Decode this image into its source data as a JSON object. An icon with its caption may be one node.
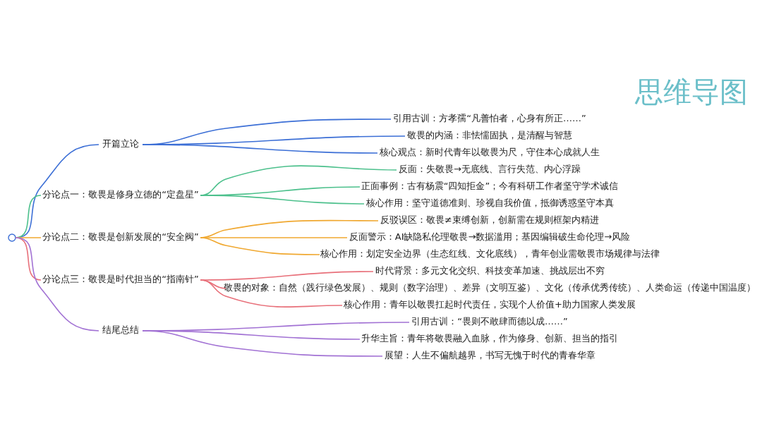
{
  "diagram": {
    "title": "思维导图",
    "nodes": [
      {
        "text": [],
        "shape": "circle"
      },
      {
        "text": [
          "开篇立论"
        ]
      },
      {
        "text": [
          "引用古训：方孝孺“凡善怕者，心身有所正……”"
        ]
      },
      {
        "text": [
          "敬畏的内涵：非怯懦固执，是清醒与智慧"
        ]
      },
      {
        "text": [
          "核心观点：新时代青年以敬畏为尺，守住本心成就人生"
        ]
      },
      {
        "text": [
          "分论点一：敬畏是修身立德的“定盘星”"
        ]
      },
      {
        "text": [
          "反面：失敬畏→无底线、言行失范、内心浮躁"
        ]
      },
      {
        "text": [
          "正面事例：古有杨震“四知拒金”；今有科研工作者坚守学术诚信"
        ]
      },
      {
        "text": [
          "核心作用：坚守道德准则、珍视自我价值，抵御诱惑坚守本真"
        ]
      },
      {
        "text": [
          "分论点二：敬畏是创新发展的“安全阀”"
        ]
      },
      {
        "text": [
          "反驳误区：敬畏≠束缚创新，创新需在规则框架内精进"
        ]
      },
      {
        "text": [
          "反面警示：AI缺隐私伦理敬畏→数据滥用；基因编辑破生命伦理→风险"
        ]
      },
      {
        "text": [
          "核心作用：划定安全边界（生态红线、文化底线），青年创业需敬畏市场规律与法律"
        ]
      },
      {
        "text": [
          "分论点三：敬畏是时代担当的“指南针”"
        ]
      },
      {
        "text": [
          "时代背景：多元文化交织、科技变革加速、挑战层出不穷"
        ]
      },
      {
        "text": [
          "敬畏的对象：自然（践行绿色发展）、规则（数字治理）、差异（文明互鉴）、文化（传承优秀传统）、人类命运（传递中国温度）"
        ]
      },
      {
        "text": [
          "核心作用：青年以敬畏扛起时代责任，实现个人价值+助力国家人类发展"
        ]
      },
      {
        "text": [
          "结尾总结"
        ]
      },
      {
        "text": [
          "引用古训：“畏则不敢肆而德以成……”"
        ]
      },
      {
        "text": [
          "升华主旨：青年将敬畏融入血脉，作为修身、创新、担当的指引"
        ]
      },
      {
        "text": [
          "展望：人生不偏航越界，书写无愧于时代的青春华章"
        ]
      }
    ],
    "edges": [
      {
        "from": 0,
        "to": 1,
        "arrow": "none",
        "color": "#3c6fd6"
      },
      {
        "from": 1,
        "to": 2,
        "arrow": "none",
        "color": "#3c6fd6"
      },
      {
        "from": 1,
        "to": 3,
        "arrow": "none",
        "color": "#3c6fd6"
      },
      {
        "from": 1,
        "to": 4,
        "arrow": "none",
        "color": "#3c6fd6"
      },
      {
        "from": 0,
        "to": 5,
        "arrow": "none",
        "color": "#4cc08c"
      },
      {
        "from": 5,
        "to": 6,
        "arrow": "none",
        "color": "#4cc08c"
      },
      {
        "from": 5,
        "to": 7,
        "arrow": "none",
        "color": "#4cc08c"
      },
      {
        "from": 5,
        "to": 8,
        "arrow": "none",
        "color": "#4cc08c"
      },
      {
        "from": 0,
        "to": 9,
        "arrow": "none",
        "color": "#f0a830"
      },
      {
        "from": 9,
        "to": 10,
        "arrow": "none",
        "color": "#f0a830"
      },
      {
        "from": 9,
        "to": 11,
        "arrow": "none",
        "color": "#f0a830"
      },
      {
        "from": 9,
        "to": 12,
        "arrow": "none",
        "color": "#f0a830"
      },
      {
        "from": 0,
        "to": 13,
        "arrow": "none",
        "color": "#e8707a"
      },
      {
        "from": 13,
        "to": 14,
        "arrow": "none",
        "color": "#e8707a"
      },
      {
        "from": 13,
        "to": 15,
        "arrow": "none",
        "color": "#e8707a"
      },
      {
        "from": 13,
        "to": 16,
        "arrow": "none",
        "color": "#e8707a"
      },
      {
        "from": 0,
        "to": 17,
        "arrow": "none",
        "color": "#a272d4"
      },
      {
        "from": 17,
        "to": 18,
        "arrow": "none",
        "color": "#a272d4"
      },
      {
        "from": 17,
        "to": 19,
        "arrow": "none",
        "color": "#a272d4"
      },
      {
        "from": 17,
        "to": 20,
        "arrow": "none",
        "color": "#a272d4"
      }
    ]
  }
}
